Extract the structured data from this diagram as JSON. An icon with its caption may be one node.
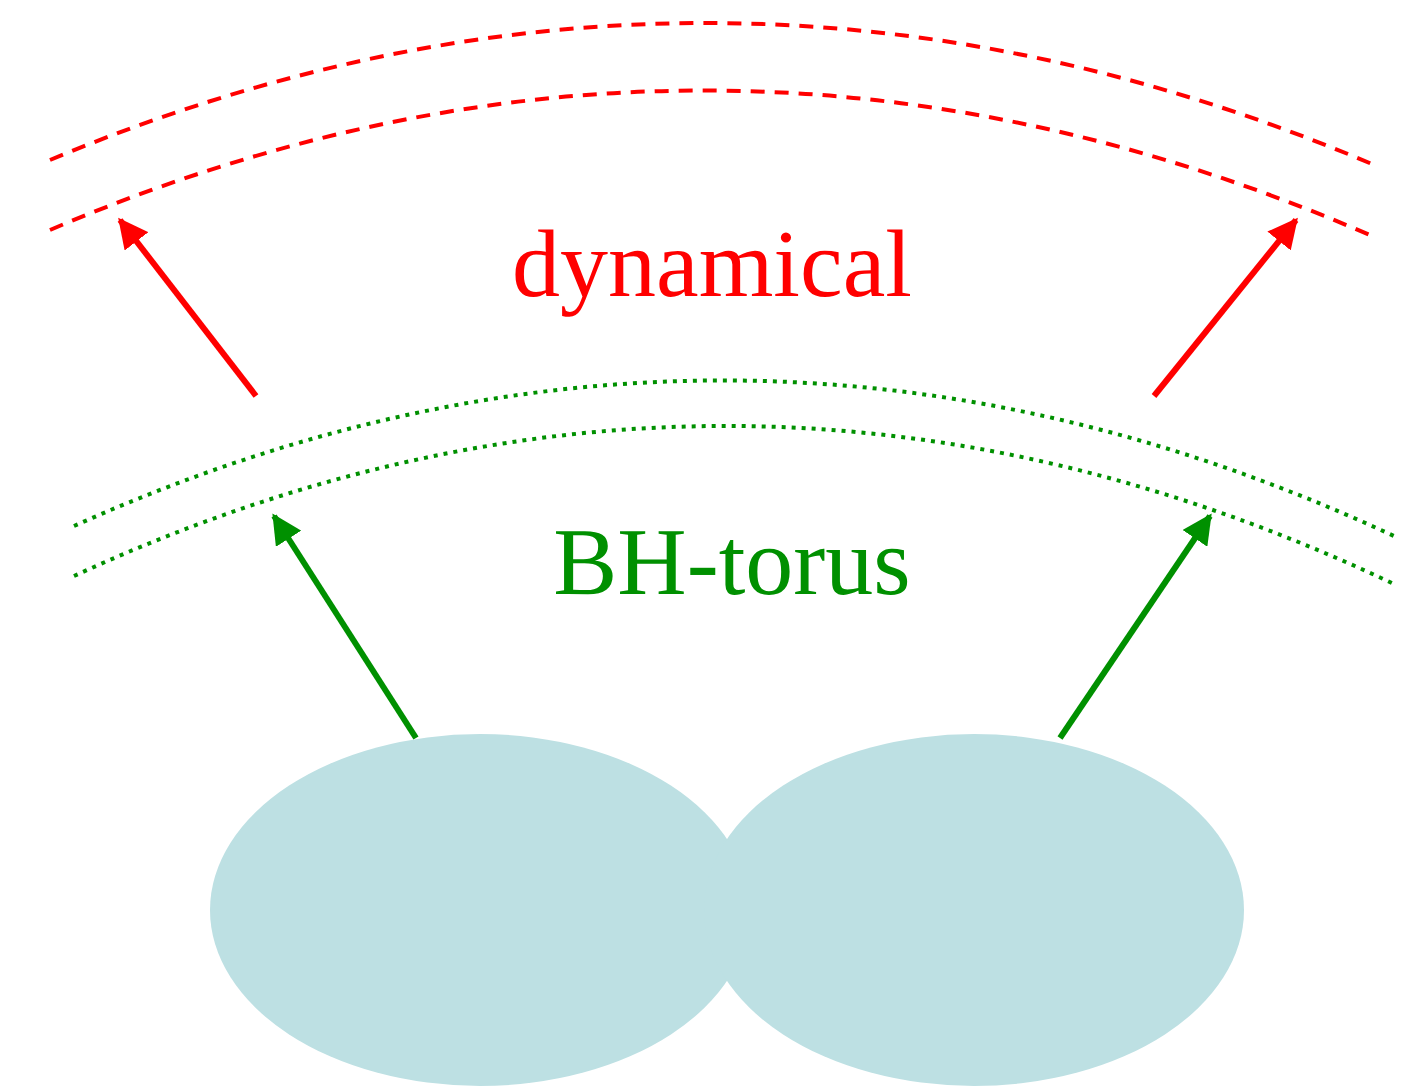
{
  "diagram": {
    "nodes": [
      {
        "text": [
          "dynamical"
        ]
      },
      {
        "text": [
          "BH-torus"
        ]
      },
      {
        "text": [],
        "shape": "ellipse"
      },
      {
        "text": [],
        "shape": "ellipse"
      }
    ],
    "edges": [
      {
        "from": 2,
        "to": 1,
        "arrow": "to",
        "color": "#009000"
      },
      {
        "from": 3,
        "to": 1,
        "arrow": "to",
        "color": "#009000"
      },
      {
        "from": 1,
        "to": 0,
        "arrow": "to",
        "color": "#ff0000"
      },
      {
        "from": 1,
        "to": 0,
        "arrow": "to",
        "color": "#ff0000"
      }
    ]
  }
}
